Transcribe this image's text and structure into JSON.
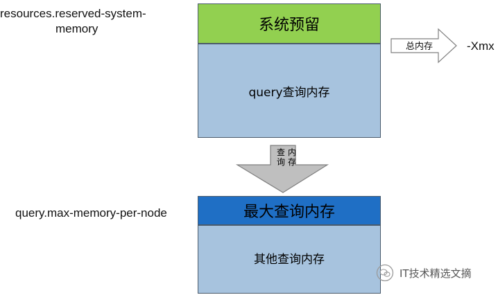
{
  "labels": {
    "reserved_property_line1": "resources.reserved-system-",
    "reserved_property_line2": "memory",
    "max_memory_property": "query.max-memory-per-node",
    "xmx": "-Xmx"
  },
  "boxes": {
    "system_reserved": "系统预留",
    "query_memory": "query查询内存",
    "max_query_memory": "最大查询内存",
    "other_query_memory": "其他查询内存"
  },
  "arrows": {
    "total_memory": "总内存",
    "down_arrow_col1": "查询",
    "down_arrow_col2": "内存"
  },
  "watermark": {
    "text": "IT技术精选文摘",
    "icon": "wechat-icon"
  },
  "colors": {
    "reserved": "#92d050",
    "query": "#a7c3de",
    "max_query": "#1f6fc5",
    "arrow_fill": "#bfbfbf"
  }
}
